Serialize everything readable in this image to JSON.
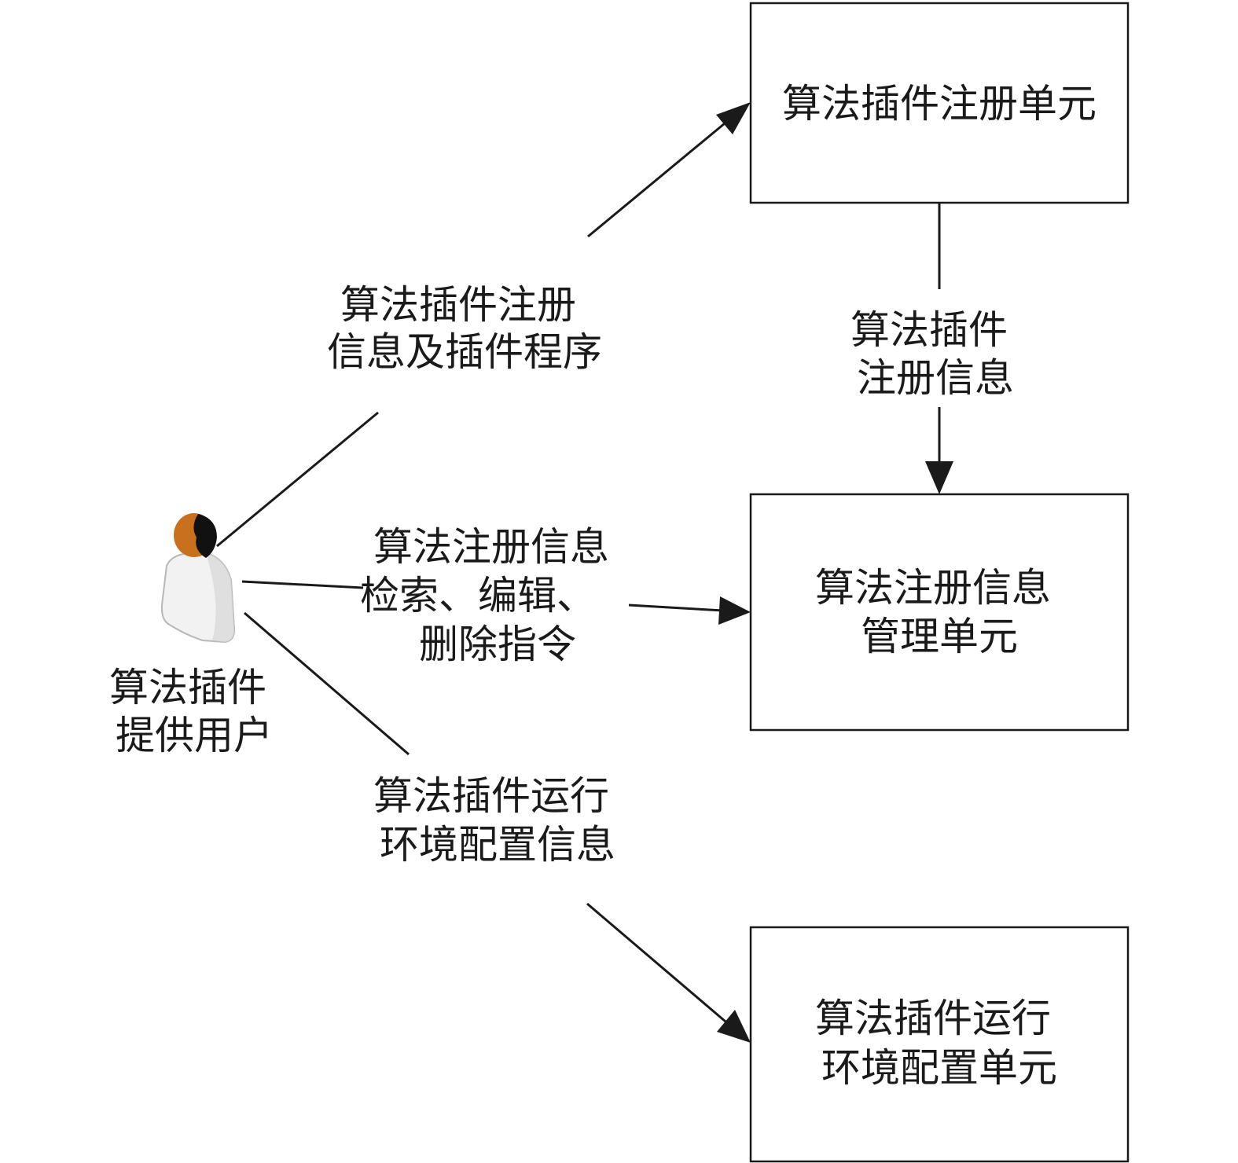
{
  "actor": {
    "name_lines": [
      "算法插件",
      "提供用户"
    ],
    "icon": "user-icon",
    "hair_color": "#c8701e",
    "body_color": "#f2f2f2"
  },
  "nodes": {
    "register_unit": {
      "lines": [
        "算法插件注册单元"
      ]
    },
    "manage_unit": {
      "lines": [
        "算法注册信息",
        "管理单元"
      ]
    },
    "runtime_unit": {
      "lines": [
        "算法插件运行",
        "环境配置单元"
      ]
    }
  },
  "edges": {
    "user_to_register": {
      "lines": [
        "算法插件注册",
        "信息及插件程序"
      ]
    },
    "register_to_manage": {
      "lines": [
        "算法插件",
        "注册信息"
      ]
    },
    "user_to_manage": {
      "lines": [
        "算法注册信息",
        "检索、编辑、",
        "删除指令"
      ]
    },
    "user_to_runtime": {
      "lines": [
        "算法插件运行",
        "环境配置信息"
      ]
    }
  },
  "colors": {
    "stroke": "#1a1a1a",
    "background": "#ffffff"
  }
}
